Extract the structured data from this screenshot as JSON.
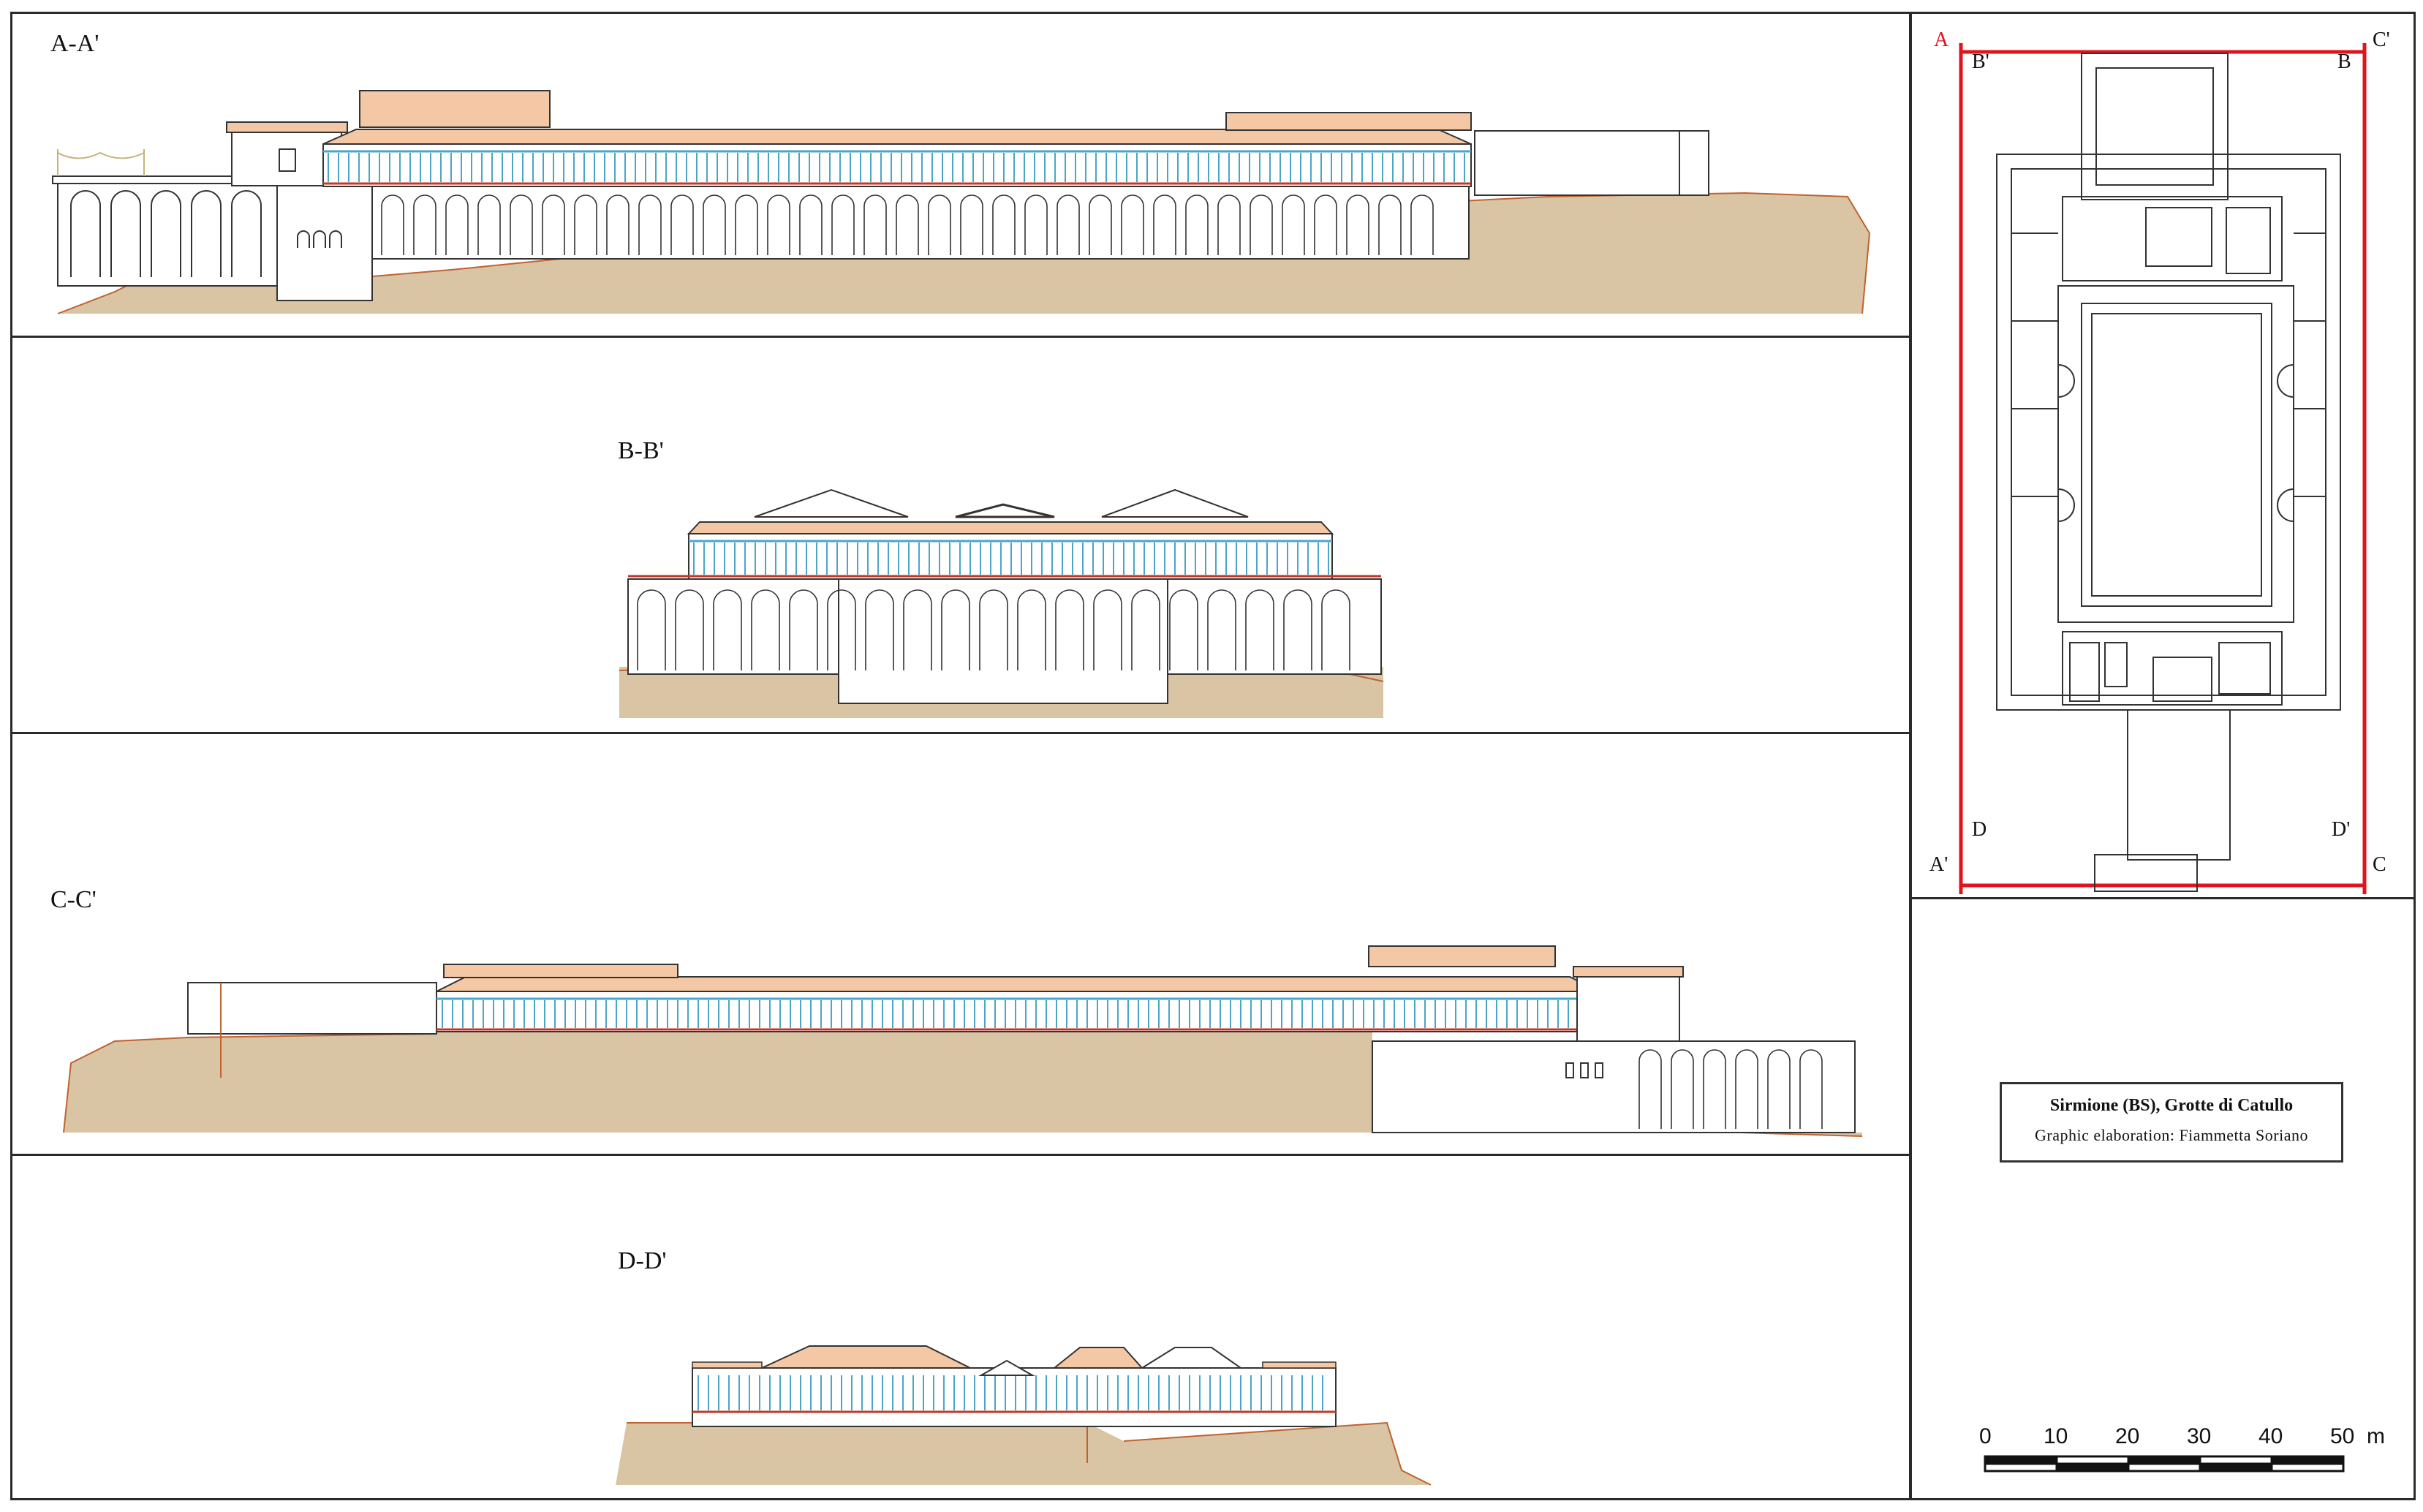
{
  "sections": [
    {
      "id": "A",
      "label": "A-A'"
    },
    {
      "id": "B",
      "label": "B-B'"
    },
    {
      "id": "C",
      "label": "C-C'"
    },
    {
      "id": "D",
      "label": "D-D'"
    }
  ],
  "plan": {
    "markers": {
      "A": "A",
      "A_prime": "A'",
      "B": "B",
      "B_prime": "B'",
      "C": "C",
      "C_prime": "C'",
      "D": "D",
      "D_prime": "D'"
    },
    "marker_color": "#e0141e"
  },
  "cartouche": {
    "title": "Sirmione (BS), Grotte di Catullo",
    "subtitle": "Graphic elaboration: Fiammetta Soriano"
  },
  "scale_bar": {
    "ticks": [
      "0",
      "10",
      "20",
      "30",
      "40",
      "50"
    ],
    "unit": "m"
  },
  "colors": {
    "ground": "#d9c4a3",
    "ground_edge": "#c0622f",
    "roof": "#f4c8a4",
    "column_blue": "#4aa6c8",
    "line": "#333333",
    "band_red": "#c0392b"
  }
}
